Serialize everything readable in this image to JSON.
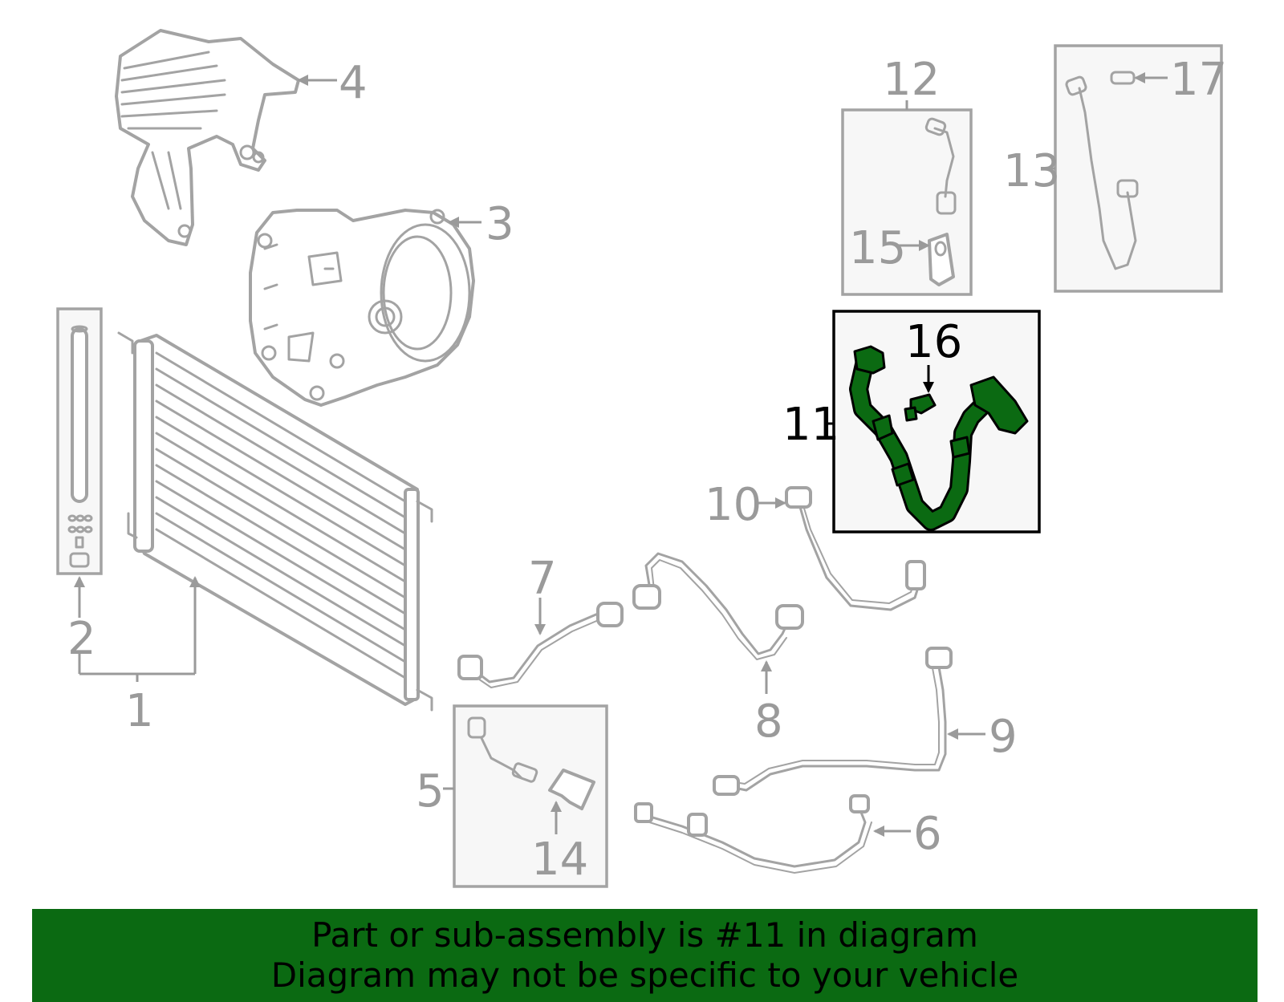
{
  "diagram": {
    "callouts": [
      {
        "id": "1",
        "label": "1"
      },
      {
        "id": "2",
        "label": "2"
      },
      {
        "id": "3",
        "label": "3"
      },
      {
        "id": "4",
        "label": "4"
      },
      {
        "id": "5",
        "label": "5"
      },
      {
        "id": "6",
        "label": "6"
      },
      {
        "id": "7",
        "label": "7"
      },
      {
        "id": "8",
        "label": "8"
      },
      {
        "id": "9",
        "label": "9"
      },
      {
        "id": "10",
        "label": "10"
      },
      {
        "id": "11",
        "label": "11",
        "highlighted": true
      },
      {
        "id": "12",
        "label": "12"
      },
      {
        "id": "13",
        "label": "13"
      },
      {
        "id": "14",
        "label": "14"
      },
      {
        "id": "15",
        "label": "15"
      },
      {
        "id": "16",
        "label": "16",
        "highlighted": true
      },
      {
        "id": "17",
        "label": "17"
      }
    ],
    "highlight_color": "#0b6a12",
    "line_color": "#a3a3a3"
  },
  "banner": {
    "line1": "Part or sub-assembly is #11 in diagram",
    "line2": "Diagram may not be specific to your vehicle",
    "background": "#0b6a12"
  }
}
